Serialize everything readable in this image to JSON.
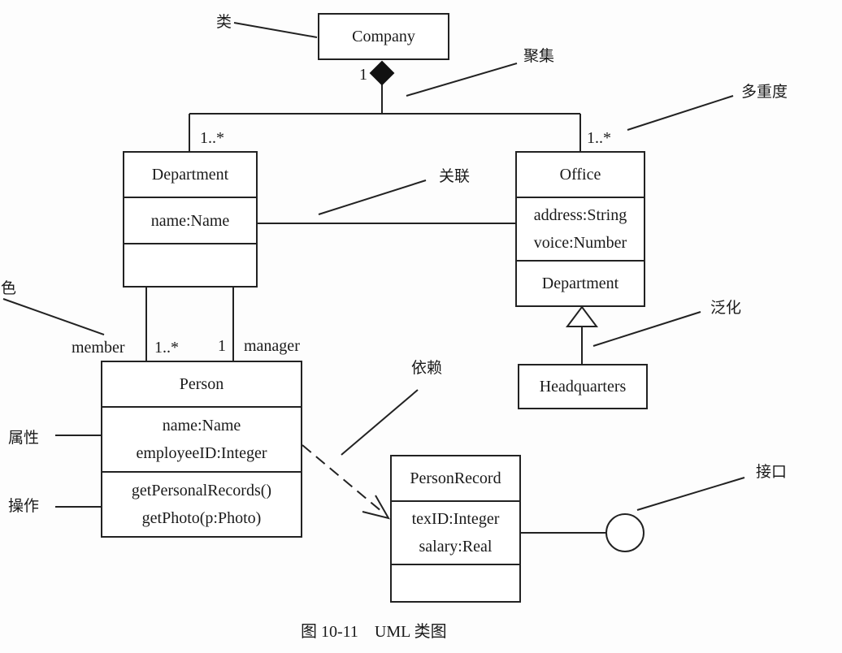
{
  "classes": {
    "company": {
      "name": "Company"
    },
    "department": {
      "name": "Department",
      "attributes": [
        "name:Name"
      ]
    },
    "office": {
      "name": "Office",
      "attributes": [
        "address:String",
        "voice:Number"
      ],
      "operations": [
        "Department"
      ]
    },
    "headquarters": {
      "name": "Headquarters"
    },
    "person": {
      "name": "Person",
      "attributes": [
        "name:Name",
        "employeeID:Integer"
      ],
      "operations": [
        "getPersonalRecords()",
        "getPhoto(p:Photo)"
      ]
    },
    "person_record": {
      "name": "PersonRecord",
      "attributes": [
        "texID:Integer",
        "salary:Real"
      ]
    }
  },
  "multiplicities": {
    "company_side": "1",
    "department_side": "1..*",
    "office_side": "1..*",
    "member_mult": "1..*",
    "manager_mult": "1"
  },
  "roles": {
    "member": "member",
    "manager": "manager"
  },
  "annotations": {
    "class": "类",
    "aggregation": "聚集",
    "multiplicity": "多重度",
    "association": "关联",
    "role": "角色",
    "generalization": "泛化",
    "dependency": "依赖",
    "attribute": "属性",
    "operation": "操作",
    "interface": "接口"
  },
  "caption": "图 10-11　UML 类图"
}
